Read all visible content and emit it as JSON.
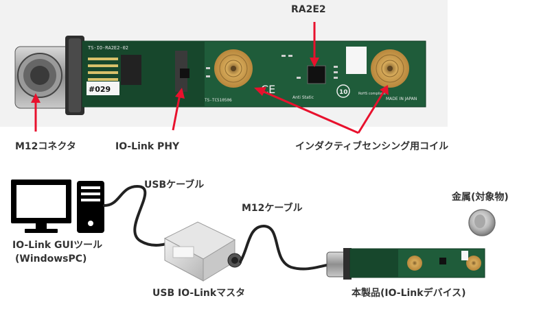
{
  "labels": {
    "chip": "RA2E2",
    "connector": "M12コネクタ",
    "phy": "IO-Link PHY",
    "coil": "インダクティブセンシング用コイル",
    "usb_cable": "USBケーブル",
    "m12_cable": "M12ケーブル",
    "target_metal": "金属(対象物)",
    "gui_tool_line1": "IO-Link GUIツール",
    "gui_tool_line2": "(WindowsPC)",
    "usb_master": "USB IO-Linkマスタ",
    "device": "本製品(IO-Linkデバイス)"
  },
  "board_markings": {
    "serial": "#029",
    "model": "TS-IO-RA2E2-02",
    "pcb": "TS-TC510506",
    "made_in": "MADE IN JAPAN",
    "rohs": "RoHS compliant",
    "anti_static": "Anti Static",
    "ce": "CE",
    "ten": "10"
  },
  "colors": {
    "pcb": "#1f5c3a",
    "pcb_dark": "#17472c",
    "arrow": "#e8112d",
    "label_text": "#333333",
    "cable": "#222222",
    "coil": "#c89a48"
  }
}
